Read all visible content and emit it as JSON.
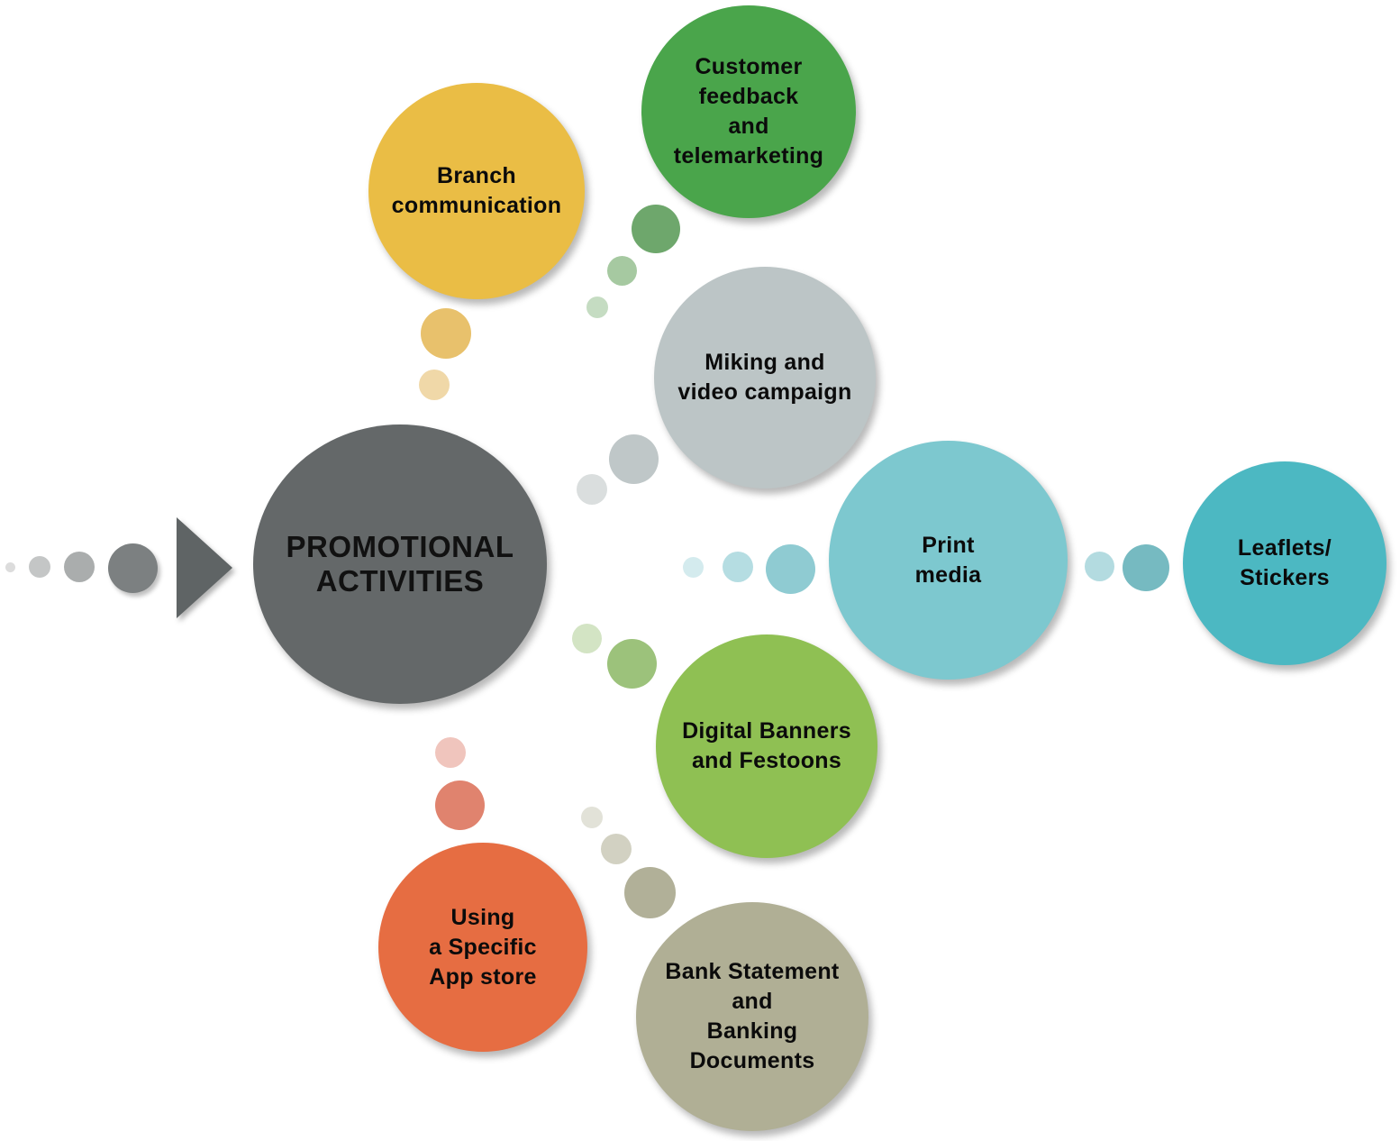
{
  "diagram": {
    "center": {
      "label": "PROMOTIONAL\nACTIVITIES",
      "color": "#646869"
    },
    "activities": [
      {
        "id": "branch",
        "label": "Branch\ncommunication",
        "color": "#eabd45"
      },
      {
        "id": "customer",
        "label": "Customer\nfeedback\nand\ntelemarketing",
        "color": "#4aa54b"
      },
      {
        "id": "miking",
        "label": "Miking and\nvideo campaign",
        "color": "#bcc5c6"
      },
      {
        "id": "print",
        "label": "Print\nmedia",
        "color": "#7dc8cf"
      },
      {
        "id": "leaflets",
        "label": "Leaflets/\nStickers",
        "color": "#4cb8c2"
      },
      {
        "id": "digital",
        "label": "Digital Banners\nand Festoons",
        "color": "#8fc053"
      },
      {
        "id": "app",
        "label": "Using\na Specific\nApp store",
        "color": "#e66d42"
      },
      {
        "id": "bank",
        "label": "Bank Statement\nand\nBanking\nDocuments",
        "color": "#b0af95"
      }
    ]
  }
}
